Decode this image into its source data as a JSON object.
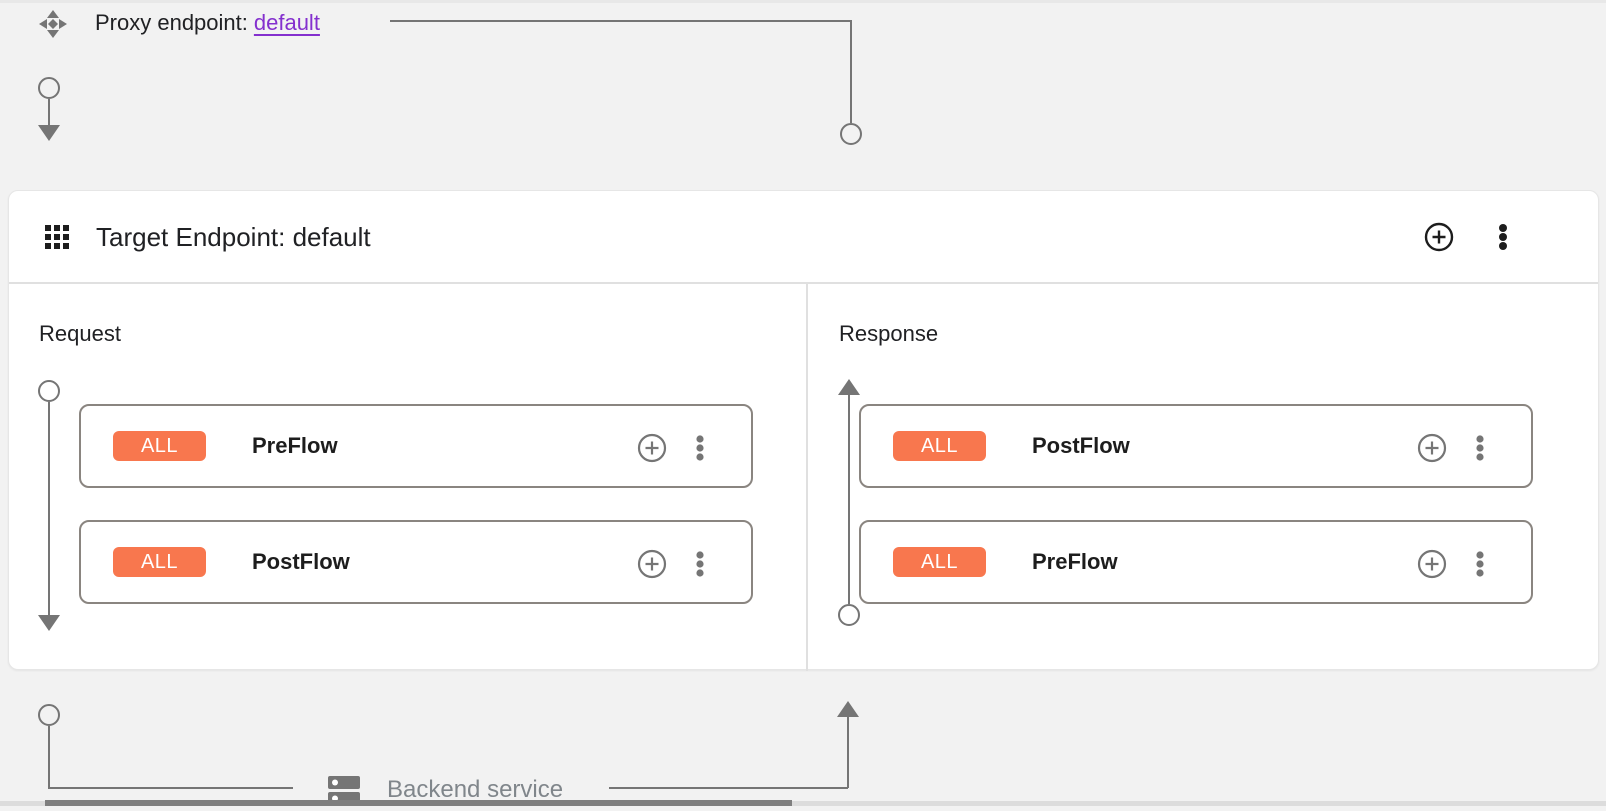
{
  "proxy_endpoint": {
    "label": "Proxy endpoint:",
    "link": "default"
  },
  "target_endpoint": {
    "title": "Target Endpoint: default"
  },
  "request": {
    "title": "Request",
    "flows": [
      {
        "condition": "ALL",
        "name": "PreFlow"
      },
      {
        "condition": "ALL",
        "name": "PostFlow"
      }
    ]
  },
  "response": {
    "title": "Response",
    "flows": [
      {
        "condition": "ALL",
        "name": "PostFlow"
      },
      {
        "condition": "ALL",
        "name": "PreFlow"
      }
    ]
  },
  "backend": {
    "label": "Backend service"
  },
  "icons": {
    "proxy": "proxy-endpoint-icon",
    "grid": "grid-icon",
    "add": "add-circle-icon",
    "menu": "vertical-dots-icon",
    "backend": "dns-server-icon"
  },
  "colors": {
    "accent_orange": "#f8774e",
    "link_purple": "#8430ce",
    "connector_gray": "#757575",
    "card_border": "#8a8580",
    "divider": "#e0e0e0",
    "text_primary": "#202124",
    "text_secondary": "#80868b",
    "panel_bg": "#ffffff",
    "page_bg": "#f2f2f2"
  }
}
